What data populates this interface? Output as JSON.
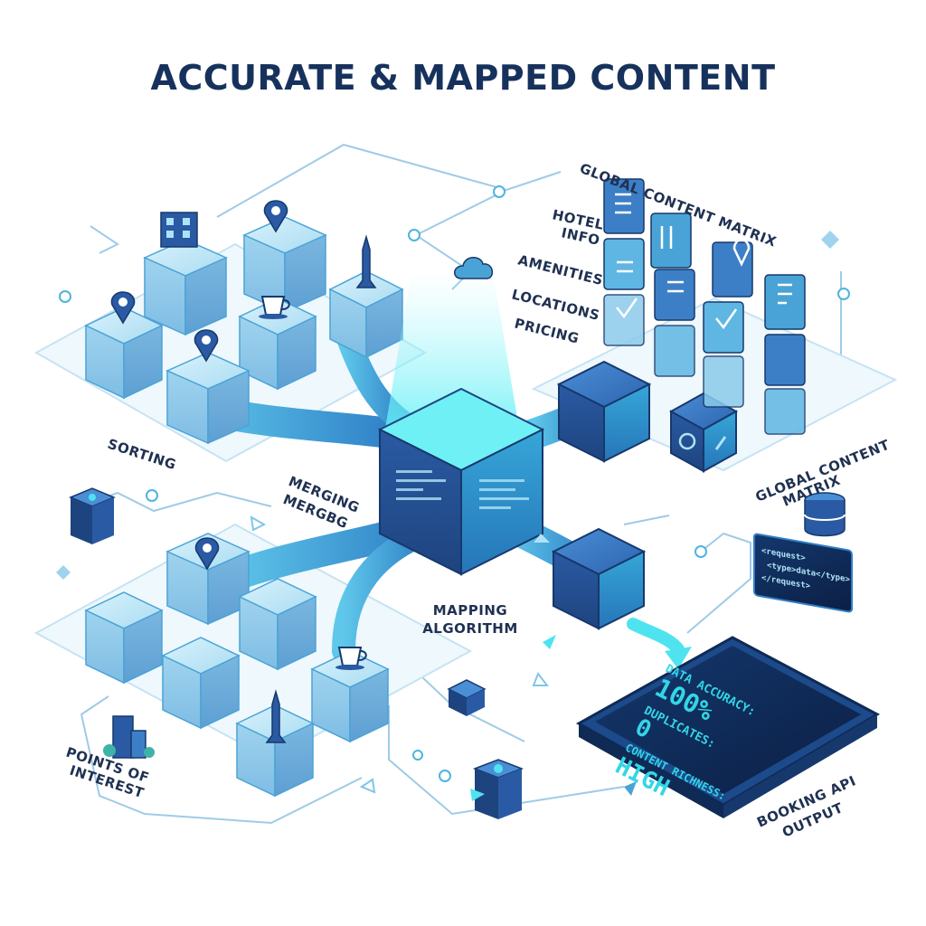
{
  "title": "ACCURATE & MAPPED CONTENT",
  "labels": {
    "matrix_top": "GLOBAL CONTENT MATRIX",
    "hotel_info_1": "HOTEL",
    "hotel_info_2": "INFO",
    "amenities": "AMENITIES",
    "locations": "LOCATIONS",
    "pricing": "PRICING",
    "sorting": "SORTING",
    "merging_1": "MERGING",
    "merging_2": "MERGBG",
    "matrix_right_1": "GLOBAL CONTENT",
    "matrix_right_2": "MATRIX",
    "mapping_1": "MAPPING",
    "mapping_2": "ALGORITHM",
    "poi_1": "POINTS OF",
    "poi_2": "INTEREST",
    "booking_1": "BOOKING API",
    "booking_2": "OUTPUT"
  },
  "dashboard": {
    "accuracy_label": "DATA ACCURACY:",
    "accuracy_value": "100%",
    "duplicates_label": "DUPLICATES:",
    "duplicates_value": "0",
    "richness_label": "CONTENT RICHNESS:",
    "richness_value": "HIGH"
  },
  "code_panel": {
    "line1": "<request>",
    "line2": "<type>data</type>",
    "line3": "</request>"
  },
  "colors": {
    "title": "#16325c",
    "cube_light": "#bfe6f7",
    "cube_dark": "#2d5fa8",
    "cyan_glow": "#4fe3f0",
    "screen_text": "#33d6e6"
  }
}
